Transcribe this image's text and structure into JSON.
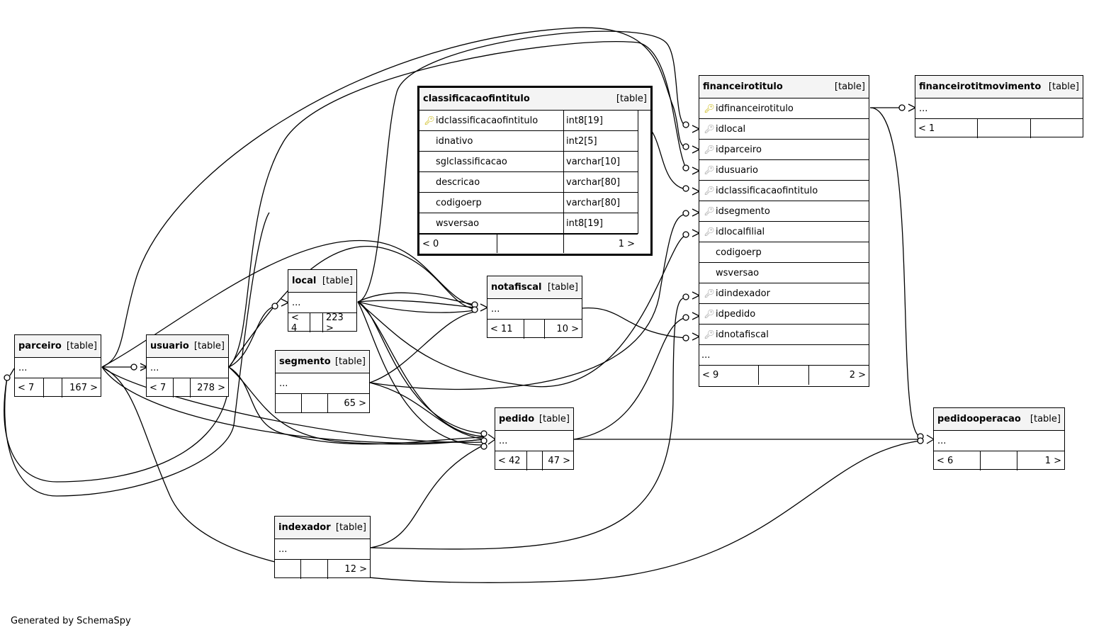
{
  "footer": "Generated by SchemaSpy",
  "classificacaofintitulo": {
    "name": "classificacaofintitulo",
    "type": "[table]",
    "columns": [
      {
        "name": "idclassificacaofintitulo",
        "dtype": "int8[19]",
        "key": "pk"
      },
      {
        "name": "idnativo",
        "dtype": "int2[5]"
      },
      {
        "name": "sglclassificacao",
        "dtype": "varchar[10]"
      },
      {
        "name": "descricao",
        "dtype": "varchar[80]"
      },
      {
        "name": "codigoerp",
        "dtype": "varchar[80]"
      },
      {
        "name": "wsversao",
        "dtype": "int8[19]"
      }
    ],
    "foot_left": "< 0",
    "foot_right": "1 >"
  },
  "financeirotitulo": {
    "name": "financeirotitulo",
    "type": "[table]",
    "columns": [
      {
        "name": "idfinanceirotitulo",
        "key": "pk"
      },
      {
        "name": "idlocal",
        "key": "fk"
      },
      {
        "name": "idparceiro",
        "key": "fk"
      },
      {
        "name": "idusuario",
        "key": "fk"
      },
      {
        "name": "idclassificacaofintitulo",
        "key": "fk"
      },
      {
        "name": "idsegmento",
        "key": "fk"
      },
      {
        "name": "idlocalfilial",
        "key": "fk"
      },
      {
        "name": "codigoerp"
      },
      {
        "name": "wsversao"
      },
      {
        "name": "idindexador",
        "key": "fk"
      },
      {
        "name": "idpedido",
        "key": "fk"
      },
      {
        "name": "idnotafiscal",
        "key": "fk"
      },
      {
        "name": "..."
      }
    ],
    "foot_left": "< 9",
    "foot_right": "2 >"
  },
  "financeirotitmovimento": {
    "name": "financeirotitmovimento",
    "type": "[table]",
    "body": "...",
    "foot_left": "< 1",
    "foot_right": ""
  },
  "local": {
    "name": "local",
    "type": "[table]",
    "body": "...",
    "foot_left": "< 4",
    "foot_right": "223 >"
  },
  "notafiscal": {
    "name": "notafiscal",
    "type": "[table]",
    "body": "...",
    "foot_left": "< 11",
    "foot_right": "10 >"
  },
  "parceiro": {
    "name": "parceiro",
    "type": "[table]",
    "body": "...",
    "foot_left": "< 7",
    "foot_right": "167 >"
  },
  "usuario": {
    "name": "usuario",
    "type": "[table]",
    "body": "...",
    "foot_left": "< 7",
    "foot_right": "278 >"
  },
  "segmento": {
    "name": "segmento",
    "type": "[table]",
    "body": "...",
    "foot_left": "",
    "foot_right": "65 >"
  },
  "pedido": {
    "name": "pedido",
    "type": "[table]",
    "body": "...",
    "foot_left": "< 42",
    "foot_right": "47 >"
  },
  "indexador": {
    "name": "indexador",
    "type": "[table]",
    "body": "...",
    "foot_left": "",
    "foot_right": "12 >"
  },
  "pedidooperacao": {
    "name": "pedidooperacao",
    "type": "[table]",
    "body": "...",
    "foot_left": "< 6",
    "foot_right": "1 >"
  }
}
